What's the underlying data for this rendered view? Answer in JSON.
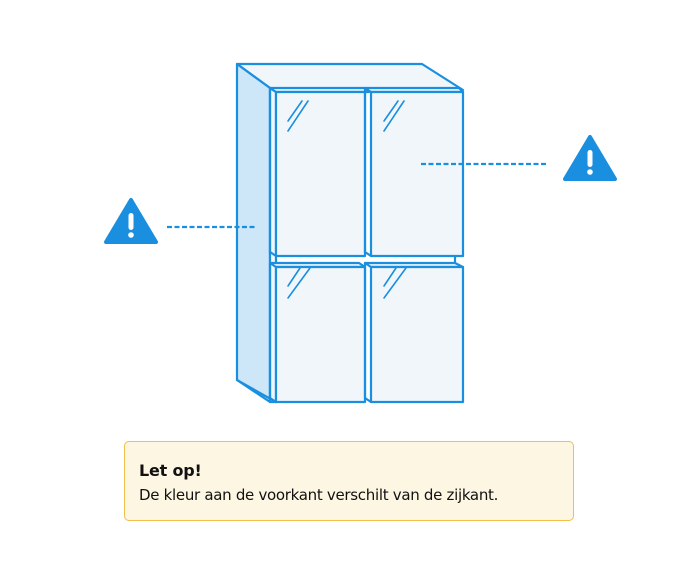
{
  "illustration": {
    "subject": "cabinet with four glass doors (2x2)",
    "colors": {
      "stroke": "#1a8fe0",
      "front_fill": "#f1f6fb",
      "side_fill": "#cde6f8",
      "warning": "#1a8fe0"
    },
    "icons": [
      "warning-triangle-icon-left",
      "warning-triangle-icon-right"
    ],
    "callouts": [
      {
        "target": "side panel",
        "side": "left"
      },
      {
        "target": "front door",
        "side": "right"
      }
    ]
  },
  "notice": {
    "title": "Let op!",
    "text": "De kleur aan de voorkant verschilt van de zijkant.",
    "colors": {
      "background": "#fdf6e3",
      "border": "#f2bf4a"
    }
  }
}
